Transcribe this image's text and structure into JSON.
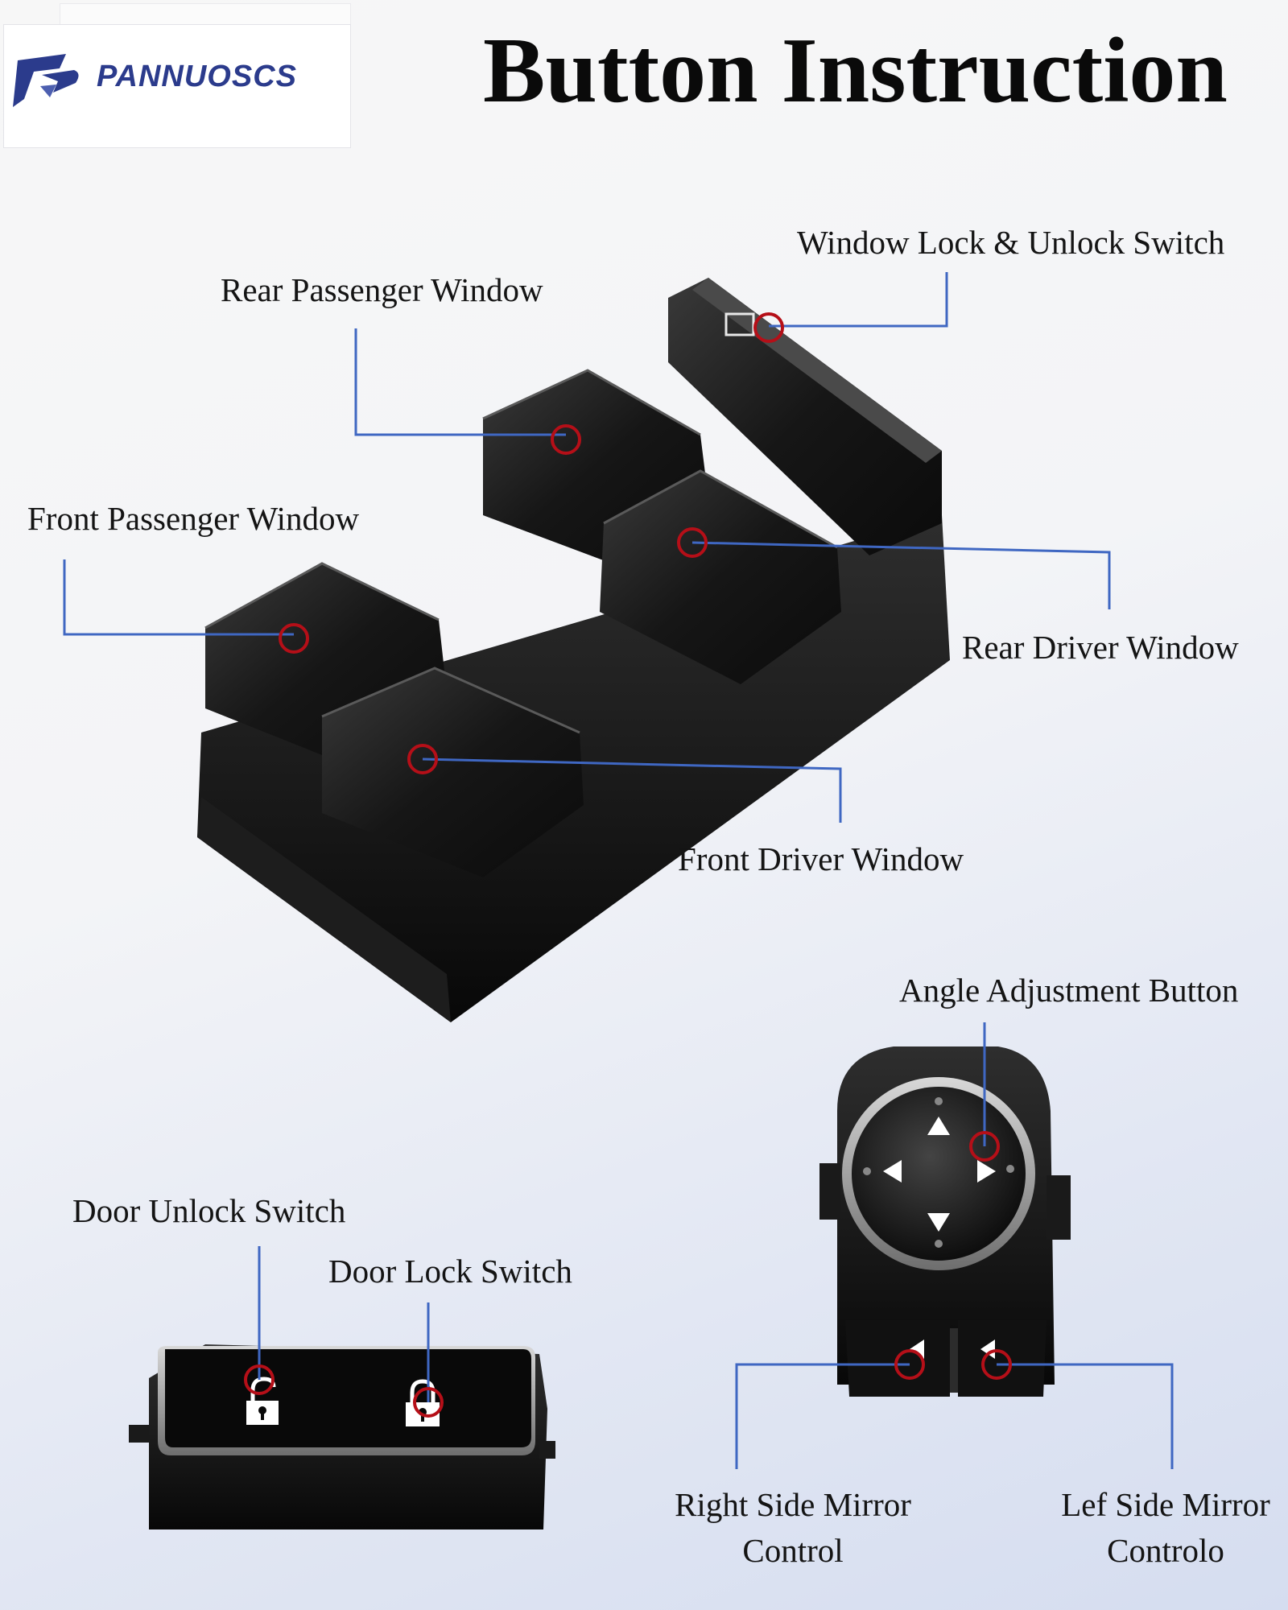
{
  "brand": {
    "name": "PANNUOSCS",
    "logo_icon": "pannuoscs-logo-icon"
  },
  "title": "Button Instruction",
  "labels": {
    "window_lock": "Window Lock & Unlock Switch",
    "rear_passenger": "Rear Passenger Window",
    "front_passenger": "Front Passenger Window",
    "rear_driver": "Rear Driver Window",
    "front_driver": "Front Driver Window",
    "angle_adjustment": "Angle Adjustment Button",
    "door_unlock": "Door Unlock Switch",
    "door_lock": "Door Lock Switch",
    "right_mirror_line1": "Right Side Mirror",
    "right_mirror_line2": "Control",
    "left_mirror_line1": "Lef Side Mirror",
    "left_mirror_line2": "Controlo"
  },
  "colors": {
    "leader_line": "#3f67c2",
    "marker_circle": "#b50f18",
    "switch_body": "#141414",
    "brand": "#2b3b8c"
  }
}
